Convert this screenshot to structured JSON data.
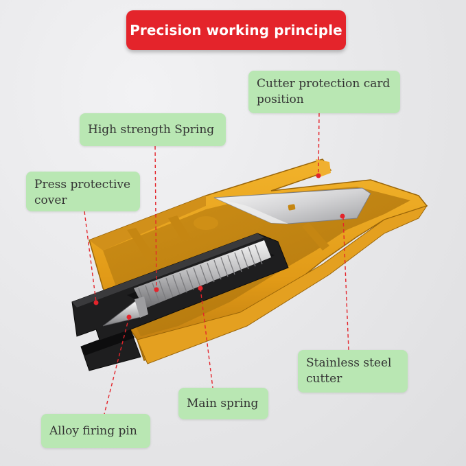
{
  "title": "Precision working principle",
  "labels": {
    "cutter_card": "Cutter protection card position",
    "spring": "High strength Spring",
    "cover": "Press protective cover",
    "steel": "Stainless steel cutter",
    "main_spring": "Main spring",
    "pin": "Alloy firing pin"
  },
  "colors": {
    "title_bg": "#e4242b",
    "label_bg": "#b9e7b3",
    "housing": "#e7a21c",
    "leader": "#e4242b"
  }
}
